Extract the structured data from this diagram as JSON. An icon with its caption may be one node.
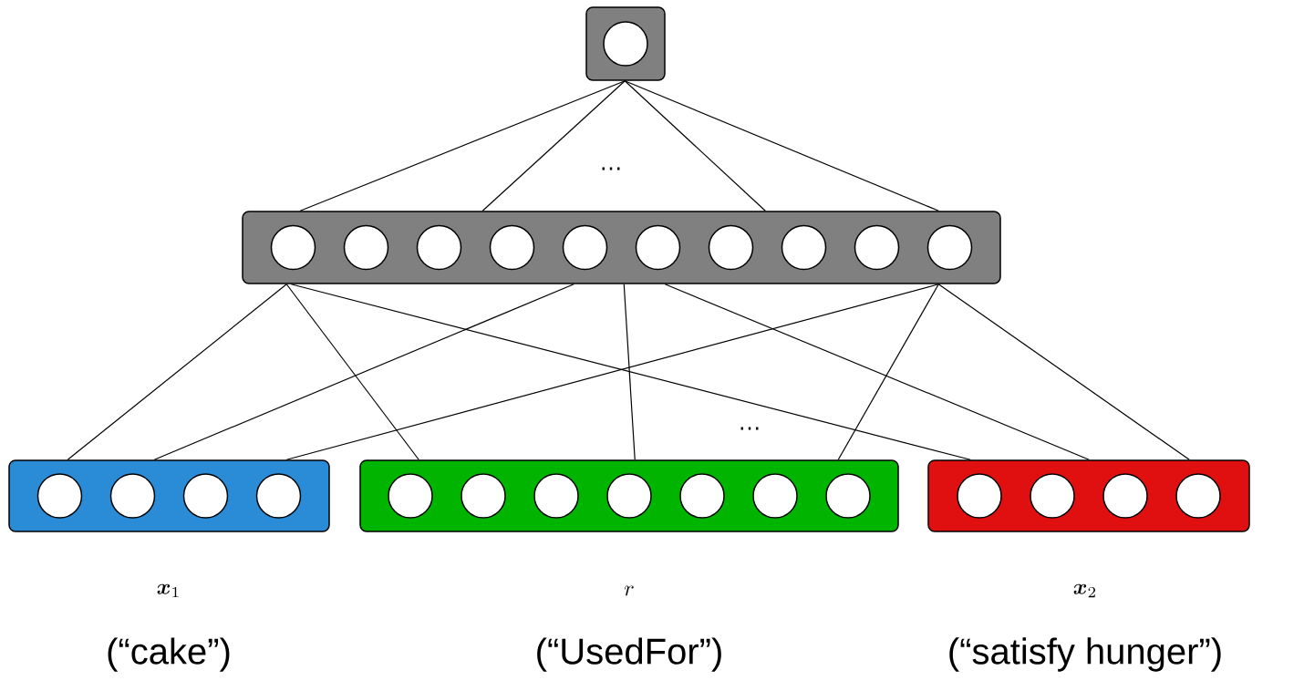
{
  "diagram": {
    "nodes": [
      {
        "text": [],
        "shape": "box"
      },
      {
        "text": [],
        "shape": "circle",
        "in": 0
      },
      {
        "text": [],
        "shape": "box"
      },
      {
        "text": [],
        "shape": "circle",
        "in": 2
      },
      {
        "text": [],
        "shape": "circle",
        "in": 2
      },
      {
        "text": [],
        "shape": "circle",
        "in": 2
      },
      {
        "text": [],
        "shape": "circle",
        "in": 2
      },
      {
        "text": [],
        "shape": "circle",
        "in": 2
      },
      {
        "text": [],
        "shape": "circle",
        "in": 2
      },
      {
        "text": [],
        "shape": "circle",
        "in": 2
      },
      {
        "text": [],
        "shape": "circle",
        "in": 2
      },
      {
        "text": [],
        "shape": "circle",
        "in": 2
      },
      {
        "text": [],
        "shape": "circle",
        "in": 2
      },
      {
        "text": [],
        "shape": "box"
      },
      {
        "text": [],
        "shape": "circle",
        "in": 13
      },
      {
        "text": [],
        "shape": "circle",
        "in": 13
      },
      {
        "text": [],
        "shape": "circle",
        "in": 13
      },
      {
        "text": [],
        "shape": "circle",
        "in": 13
      },
      {
        "text": [],
        "shape": "box"
      },
      {
        "text": [],
        "shape": "circle",
        "in": 18
      },
      {
        "text": [],
        "shape": "circle",
        "in": 18
      },
      {
        "text": [],
        "shape": "circle",
        "in": 18
      },
      {
        "text": [],
        "shape": "circle",
        "in": 18
      },
      {
        "text": [],
        "shape": "circle",
        "in": 18
      },
      {
        "text": [],
        "shape": "circle",
        "in": 18
      },
      {
        "text": [],
        "shape": "circle",
        "in": 18
      },
      {
        "text": [],
        "shape": "box"
      },
      {
        "text": [],
        "shape": "circle",
        "in": 26
      },
      {
        "text": [],
        "shape": "circle",
        "in": 26
      },
      {
        "text": [],
        "shape": "circle",
        "in": 26
      },
      {
        "text": [],
        "shape": "circle",
        "in": 26
      }
    ],
    "edges": [
      {
        "from": 0,
        "to": 2,
        "arrow": "none"
      },
      {
        "from": 0,
        "to": 2,
        "arrow": "none"
      },
      {
        "from": 0,
        "to": 2,
        "arrow": "none"
      },
      {
        "from": 0,
        "to": 2,
        "arrow": "none"
      },
      {
        "from": 2,
        "to": 13,
        "arrow": "none"
      },
      {
        "from": 2,
        "to": 18,
        "arrow": "none"
      },
      {
        "from": 2,
        "to": 26,
        "arrow": "none"
      },
      {
        "from": 2,
        "to": 13,
        "arrow": "none"
      },
      {
        "from": 2,
        "to": 18,
        "arrow": "none"
      },
      {
        "from": 2,
        "to": 26,
        "arrow": "none"
      },
      {
        "from": 2,
        "to": 13,
        "arrow": "none"
      },
      {
        "from": 2,
        "to": 18,
        "arrow": "none"
      },
      {
        "from": 2,
        "to": 26,
        "arrow": "none"
      }
    ],
    "labels": [
      "…",
      "…",
      "\\boldsymbol{x}_1",
      "r",
      "\\boldsymbol{x}_2",
      "(“cake”)",
      "(“UsedFor”)",
      "(“satisfy hunger”)"
    ]
  }
}
